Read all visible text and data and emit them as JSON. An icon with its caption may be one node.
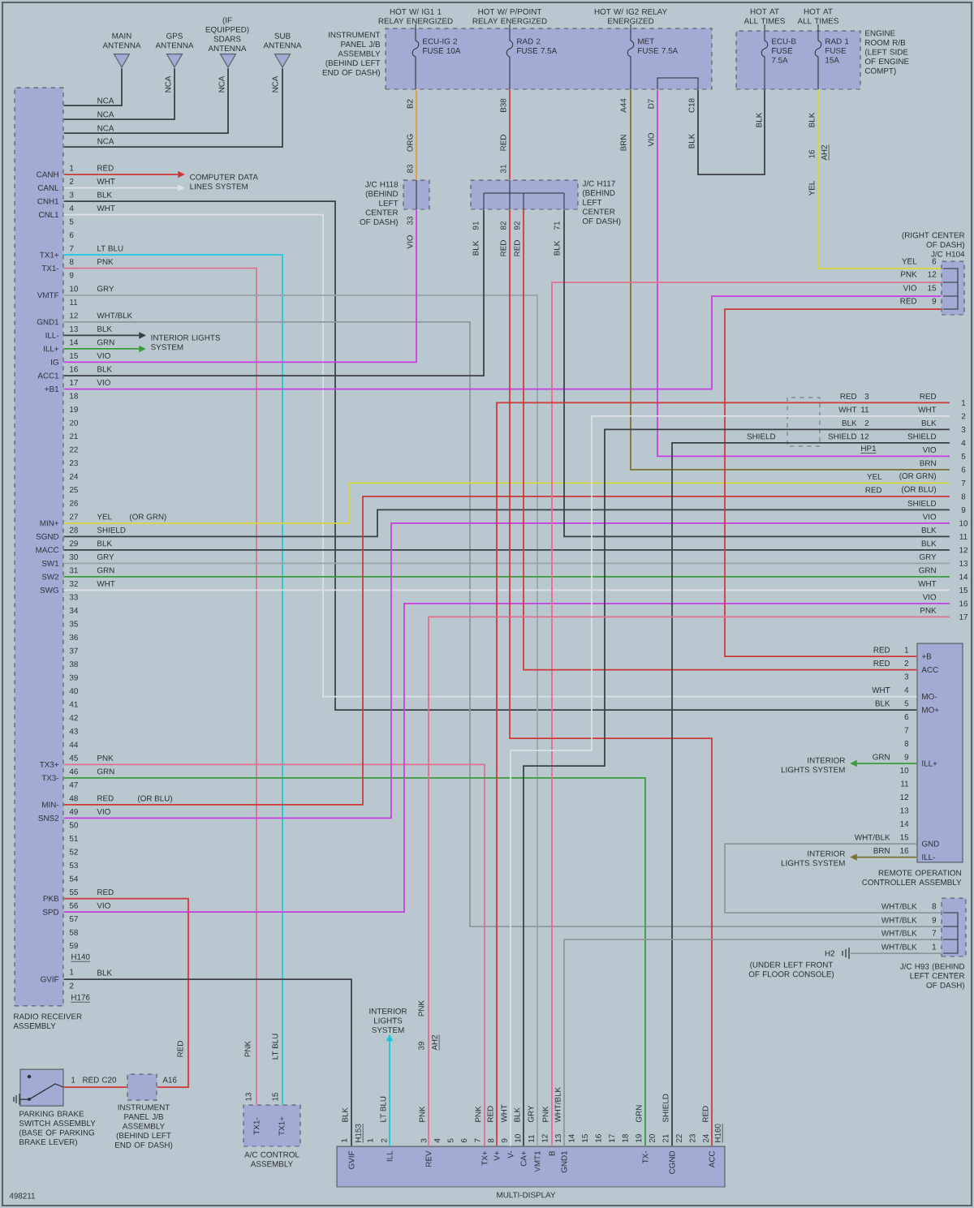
{
  "diagram": {
    "nodes": [
      {
        "text": [
          "CANH",
          "CANL",
          "CNH1",
          "CNL1",
          "TX1+",
          "TX1-",
          "VMTF",
          "GND1",
          "ILL-",
          "ILL+",
          "IG",
          "ACC1",
          "+B1",
          "MIN+",
          "SGND",
          "MACC",
          "SW1",
          "SW2",
          "SWG",
          "TX3+",
          "TX3-",
          "MIN-",
          "SNS2",
          "PKB",
          "SPD",
          "GVIF",
          "RADIO RECEIVER ASSEMBLY"
        ]
      },
      {
        "text": [
          "MAIN ANTENNA"
        ]
      },
      {
        "text": [
          "GPS ANTENNA"
        ]
      },
      {
        "text": [
          "(IF EQUIPPED) SDARS ANTENNA"
        ]
      },
      {
        "text": [
          "SUB ANTENNA"
        ]
      },
      {
        "text": [
          "INSTRUMENT PANEL J/B ASSEMBLY (BEHIND LEFT END OF DASH)",
          "ECU-IG 2 FUSE 10A",
          "RAD 2 FUSE 7.5A",
          "MET FUSE 7.5A"
        ]
      },
      {
        "text": [
          "ECU-B FUSE 7.5A",
          "RAD 1 FUSE 15A",
          "ENGINE ROOM R/B (LEFT SIDE OF ENGINE COMPT)"
        ]
      },
      {
        "text": [
          "J/C H118 (BEHIND LEFT CENTER OF DASH)"
        ]
      },
      {
        "text": [
          "J/C H117 (BEHIND LEFT CENTER OF DASH)"
        ]
      },
      {
        "text": [
          "(RIGHT CENTER OF DASH) J/C H104"
        ]
      },
      {
        "text": [
          "COMPUTER DATA LINES SYSTEM"
        ]
      },
      {
        "text": [
          "INTERIOR LIGHTS SYSTEM"
        ]
      },
      {
        "text": [
          "+B",
          "ACC",
          "MO-",
          "MO+",
          "ILL+",
          "GND",
          "ILL-",
          "REMOTE OPERATION CONTROLLER ASSEMBLY"
        ]
      },
      {
        "text": [
          "INTERIOR LIGHTS SYSTEM"
        ]
      },
      {
        "text": [
          "INTERIOR LIGHTS SYSTEM"
        ]
      },
      {
        "text": [
          "J/C H93 (BEHIND LEFT CENTER OF DASH)"
        ]
      },
      {
        "text": [
          "H2",
          "(UNDER LEFT FRONT OF FLOOR CONSOLE)"
        ]
      },
      {
        "text": [
          "PARKING BRAKE SWITCH ASSEMBLY (BASE OF PARKING BRAKE LEVER)"
        ]
      },
      {
        "text": [
          "INSTRUMENT PANEL J/B ASSEMBLY (BEHIND LEFT END OF DASH)"
        ]
      },
      {
        "text": [
          "TX1-",
          "TX1+",
          "A/C CONTROL ASSEMBLY"
        ]
      },
      {
        "text": [
          "INTERIOR LIGHTS SYSTEM"
        ]
      },
      {
        "text": [
          "GVIF",
          "ILL",
          "REV",
          "TX+",
          "V+",
          "V-",
          "CA+",
          "VMT1",
          "B",
          "GND1",
          "TX-",
          "CGND",
          "ACC",
          "MULTI-DISPLAY"
        ]
      }
    ],
    "edges": [
      {
        "from": 0,
        "to": 1,
        "arrow": "none"
      },
      {
        "from": 0,
        "to": 2,
        "arrow": "none"
      },
      {
        "from": 0,
        "to": 3,
        "arrow": "none"
      },
      {
        "from": 0,
        "to": 4,
        "arrow": "none"
      },
      {
        "from": 0,
        "to": 10,
        "arrow": "to",
        "color": "#d03838"
      },
      {
        "from": 0,
        "to": 10,
        "arrow": "to",
        "color": "#dde1e4"
      },
      {
        "from": 0,
        "to": 12,
        "arrow": "none"
      },
      {
        "from": 0,
        "to": 12,
        "arrow": "none",
        "color": "#dde1e4"
      },
      {
        "from": 0,
        "to": 19,
        "arrow": "none",
        "color": "#1ec8dc"
      },
      {
        "from": 0,
        "to": 19,
        "arrow": "none",
        "color": "#e0708c"
      },
      {
        "from": 0,
        "to": 21,
        "arrow": "none",
        "color": "#9ba3a9"
      },
      {
        "from": 0,
        "to": 15,
        "arrow": "none",
        "color": "#8e979c"
      },
      {
        "from": 0,
        "to": 11,
        "arrow": "to"
      },
      {
        "from": 0,
        "to": 11,
        "arrow": "to",
        "color": "#3c9c3c"
      },
      {
        "from": 0,
        "to": 7,
        "arrow": "none",
        "color": "#c83ee0"
      },
      {
        "from": 0,
        "to": 8,
        "arrow": "none"
      },
      {
        "from": 0,
        "to": 9,
        "arrow": "none",
        "color": "#c83ee0"
      },
      {
        "from": 0,
        "to": null,
        "arrow": "none",
        "color": "#d6d83a"
      },
      {
        "from": 0,
        "to": null,
        "arrow": "none"
      },
      {
        "from": 0,
        "to": null,
        "arrow": "none"
      },
      {
        "from": 0,
        "to": null,
        "arrow": "none",
        "color": "#9ba3a9"
      },
      {
        "from": 0,
        "to": null,
        "arrow": "none",
        "color": "#3c9c3c"
      },
      {
        "from": 0,
        "to": null,
        "arrow": "none",
        "color": "#dde1e4"
      },
      {
        "from": 0,
        "to": 21,
        "arrow": "none",
        "color": "#e0708c"
      },
      {
        "from": 0,
        "to": 21,
        "arrow": "none",
        "color": "#3c9c3c"
      },
      {
        "from": 0,
        "to": null,
        "arrow": "none",
        "color": "#d03838"
      },
      {
        "from": 0,
        "to": null,
        "arrow": "none",
        "color": "#c83ee0"
      },
      {
        "from": 0,
        "to": 18,
        "arrow": "none",
        "color": "#d03838"
      },
      {
        "from": 0,
        "to": null,
        "arrow": "none",
        "color": "#c83ee0"
      },
      {
        "from": 0,
        "to": 21,
        "arrow": "none"
      },
      {
        "from": 5,
        "to": 7,
        "arrow": "none",
        "color": "#e8963c"
      },
      {
        "from": 5,
        "to": 8,
        "arrow": "none",
        "color": "#d03838"
      },
      {
        "from": 5,
        "to": null,
        "arrow": "none",
        "color": "#7d7134"
      },
      {
        "from": 5,
        "to": null,
        "arrow": "none",
        "color": "#c83ee0"
      },
      {
        "from": 5,
        "to": 6,
        "arrow": "none"
      },
      {
        "from": 6,
        "to": 9,
        "arrow": "none",
        "color": "#d6d83a"
      },
      {
        "from": 9,
        "to": 21,
        "arrow": "none",
        "color": "#e0708c"
      },
      {
        "from": 9,
        "to": 12,
        "arrow": "none",
        "color": "#d03838"
      },
      {
        "from": 8,
        "to": 21,
        "arrow": "none",
        "color": "#d03838"
      },
      {
        "from": 8,
        "to": 12,
        "arrow": "none",
        "color": "#d03838"
      },
      {
        "from": 8,
        "to": null,
        "arrow": "none"
      },
      {
        "from": 21,
        "to": null,
        "arrow": "none",
        "color": "#d03838"
      },
      {
        "from": 21,
        "to": null,
        "arrow": "none",
        "color": "#dde1e4"
      },
      {
        "from": 21,
        "to": null,
        "arrow": "none"
      },
      {
        "from": 21,
        "to": null,
        "arrow": "none"
      },
      {
        "from": 21,
        "to": null,
        "arrow": "none",
        "color": "#e0708c"
      },
      {
        "from": 12,
        "to": 15,
        "arrow": "none",
        "color": "#8e979c"
      },
      {
        "from": 12,
        "to": 14,
        "arrow": "to",
        "color": "#7d7134"
      },
      {
        "from": 12,
        "to": 13,
        "arrow": "to",
        "color": "#3c9c3c"
      },
      {
        "from": 15,
        "to": 21,
        "arrow": "none",
        "color": "#8e979c"
      },
      {
        "from": 15,
        "to": 16,
        "arrow": "none",
        "color": "#8e979c"
      },
      {
        "from": 17,
        "to": 18,
        "arrow": "none",
        "color": "#d03838"
      },
      {
        "from": 21,
        "to": 20,
        "arrow": "to",
        "color": "#1ec8dc"
      }
    ],
    "labels": [
      "HOT W/ IG1 1 RELAY ENERGIZED",
      "HOT W/ P/POINT RELAY ENERGIZED",
      "HOT W/ IG2 RELAY ENERGIZED",
      "HOT AT ALL TIMES",
      "HOT AT ALL TIMES",
      "B2",
      "B38",
      "A44",
      "D7",
      "C18",
      "ORG",
      "RED",
      "BRN",
      "VIO",
      "BLK",
      "BLK",
      "BLK",
      "16",
      "AH2",
      "YEL",
      "83",
      "31",
      "33",
      "VIO",
      "91",
      "BLK",
      "82",
      "RED",
      "92",
      "RED",
      "71",
      "BLK",
      "YEL",
      "6",
      "PNK",
      "12",
      "VIO",
      "15",
      "RED",
      "9",
      "NCA",
      "NCA",
      "NCA",
      "NCA",
      "NCA",
      "NCA",
      "NCA",
      "1",
      "2",
      "3",
      "4",
      "5",
      "6",
      "7",
      "8",
      "9",
      "10",
      "11",
      "12",
      "13",
      "14",
      "15",
      "16",
      "17",
      "18",
      "19",
      "20",
      "21",
      "22",
      "23",
      "24",
      "25",
      "26",
      "27",
      "28",
      "29",
      "30",
      "31",
      "32",
      "33",
      "34",
      "35",
      "36",
      "37",
      "38",
      "39",
      "40",
      "41",
      "42",
      "43",
      "44",
      "45",
      "46",
      "47",
      "48",
      "49",
      "50",
      "51",
      "52",
      "53",
      "54",
      "55",
      "56",
      "57",
      "58",
      "59",
      "H140",
      "1",
      "2",
      "H176",
      "RED",
      "WHT",
      "BLK",
      "WHT",
      "LT BLU",
      "PNK",
      "GRY",
      "WHT/BLK",
      "BLK",
      "GRN",
      "VIO",
      "BLK",
      "VIO",
      "YEL",
      "SHIELD",
      "BLK",
      "GRY",
      "GRN",
      "WHT",
      "PNK",
      "GRN",
      "RED",
      "VIO",
      "RED",
      "VIO",
      "BLK",
      "(OR GRN)",
      "(OR BLU)",
      "RED",
      "3",
      "WHT",
      "11",
      "BLK",
      "2",
      "SHIELD",
      "SHIELD",
      "12",
      "HP1",
      "RED",
      "WHT",
      "BLK",
      "SHIELD",
      "VIO",
      "BRN",
      "YEL",
      "(OR GRN)",
      "RED",
      "(OR BLU)",
      "SHIELD",
      "VIO",
      "BLK",
      "BLK",
      "GRY",
      "GRN",
      "WHT",
      "VIO",
      "PNK",
      "1",
      "2",
      "3",
      "4",
      "5",
      "6",
      "7",
      "8",
      "9",
      "10",
      "11",
      "12",
      "13",
      "14",
      "15",
      "16",
      "17",
      "RED",
      "1",
      "RED",
      "2",
      "3",
      "WHT",
      "4",
      "BLK",
      "5",
      "6",
      "7",
      "8",
      "GRN",
      "9",
      "10",
      "11",
      "12",
      "13",
      "14",
      "WHT/BLK",
      "15",
      "BRN",
      "16",
      "WHT/BLK",
      "8",
      "WHT/BLK",
      "9",
      "WHT/BLK",
      "7",
      "WHT/BLK",
      "1",
      "1",
      "RED",
      "C20",
      "A16",
      "RED",
      "PNK",
      "LT BLU",
      "13",
      "15",
      "PNK",
      "39",
      "AH2",
      "BLK",
      "LT BLU",
      "PNK",
      "PNK",
      "RED",
      "WHT",
      "BLK",
      "GRY",
      "PNK",
      "WHT/BLK",
      "GRN",
      "SHIELD",
      "RED",
      "1",
      "H153",
      "1",
      "2",
      "3",
      "4",
      "5",
      "6",
      "7",
      "8",
      "9",
      "10",
      "11",
      "12",
      "13",
      "14",
      "15",
      "16",
      "17",
      "18",
      "19",
      "20",
      "21",
      "22",
      "23",
      "24",
      "H160",
      "498211"
    ]
  }
}
